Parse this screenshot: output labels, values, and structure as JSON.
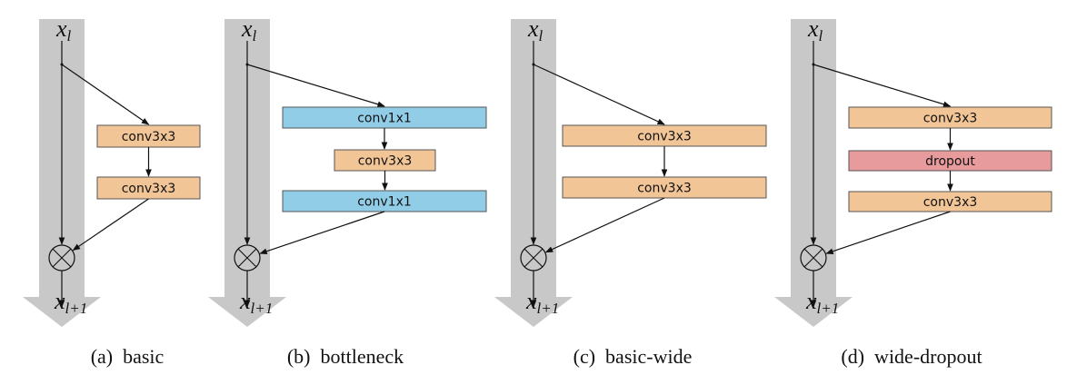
{
  "colors": {
    "column": "#c8c8c8",
    "conv3x3": "#f2c597",
    "conv1x1": "#92cde8",
    "dropout": "#e89b9d",
    "stroke": "#555555",
    "line": "#111111"
  },
  "panels": [
    {
      "id": "a",
      "caption": "(a)  basic",
      "input_label": "x",
      "input_sub": "l",
      "output_label": "x",
      "output_sub": "l+1",
      "blocks": [
        {
          "label": "conv3x3",
          "type": "conv3x3"
        },
        {
          "label": "conv3x3",
          "type": "conv3x3"
        }
      ]
    },
    {
      "id": "b",
      "caption": "(b)  bottleneck",
      "input_label": "x",
      "input_sub": "l",
      "output_label": "x",
      "output_sub": "l+1",
      "blocks": [
        {
          "label": "conv1x1",
          "type": "conv1x1"
        },
        {
          "label": "conv3x3",
          "type": "conv3x3"
        },
        {
          "label": "conv1x1",
          "type": "conv1x1"
        }
      ]
    },
    {
      "id": "c",
      "caption": "(c)  basic-wide",
      "input_label": "x",
      "input_sub": "l",
      "output_label": "x",
      "output_sub": "l+1",
      "blocks": [
        {
          "label": "conv3x3",
          "type": "conv3x3"
        },
        {
          "label": "conv3x3",
          "type": "conv3x3"
        }
      ]
    },
    {
      "id": "d",
      "caption": "(d)  wide-dropout",
      "input_label": "x",
      "input_sub": "l",
      "output_label": "x",
      "output_sub": "l+1",
      "blocks": [
        {
          "label": "conv3x3",
          "type": "conv3x3"
        },
        {
          "label": "dropout",
          "type": "dropout"
        },
        {
          "label": "conv3x3",
          "type": "conv3x3"
        }
      ]
    }
  ]
}
